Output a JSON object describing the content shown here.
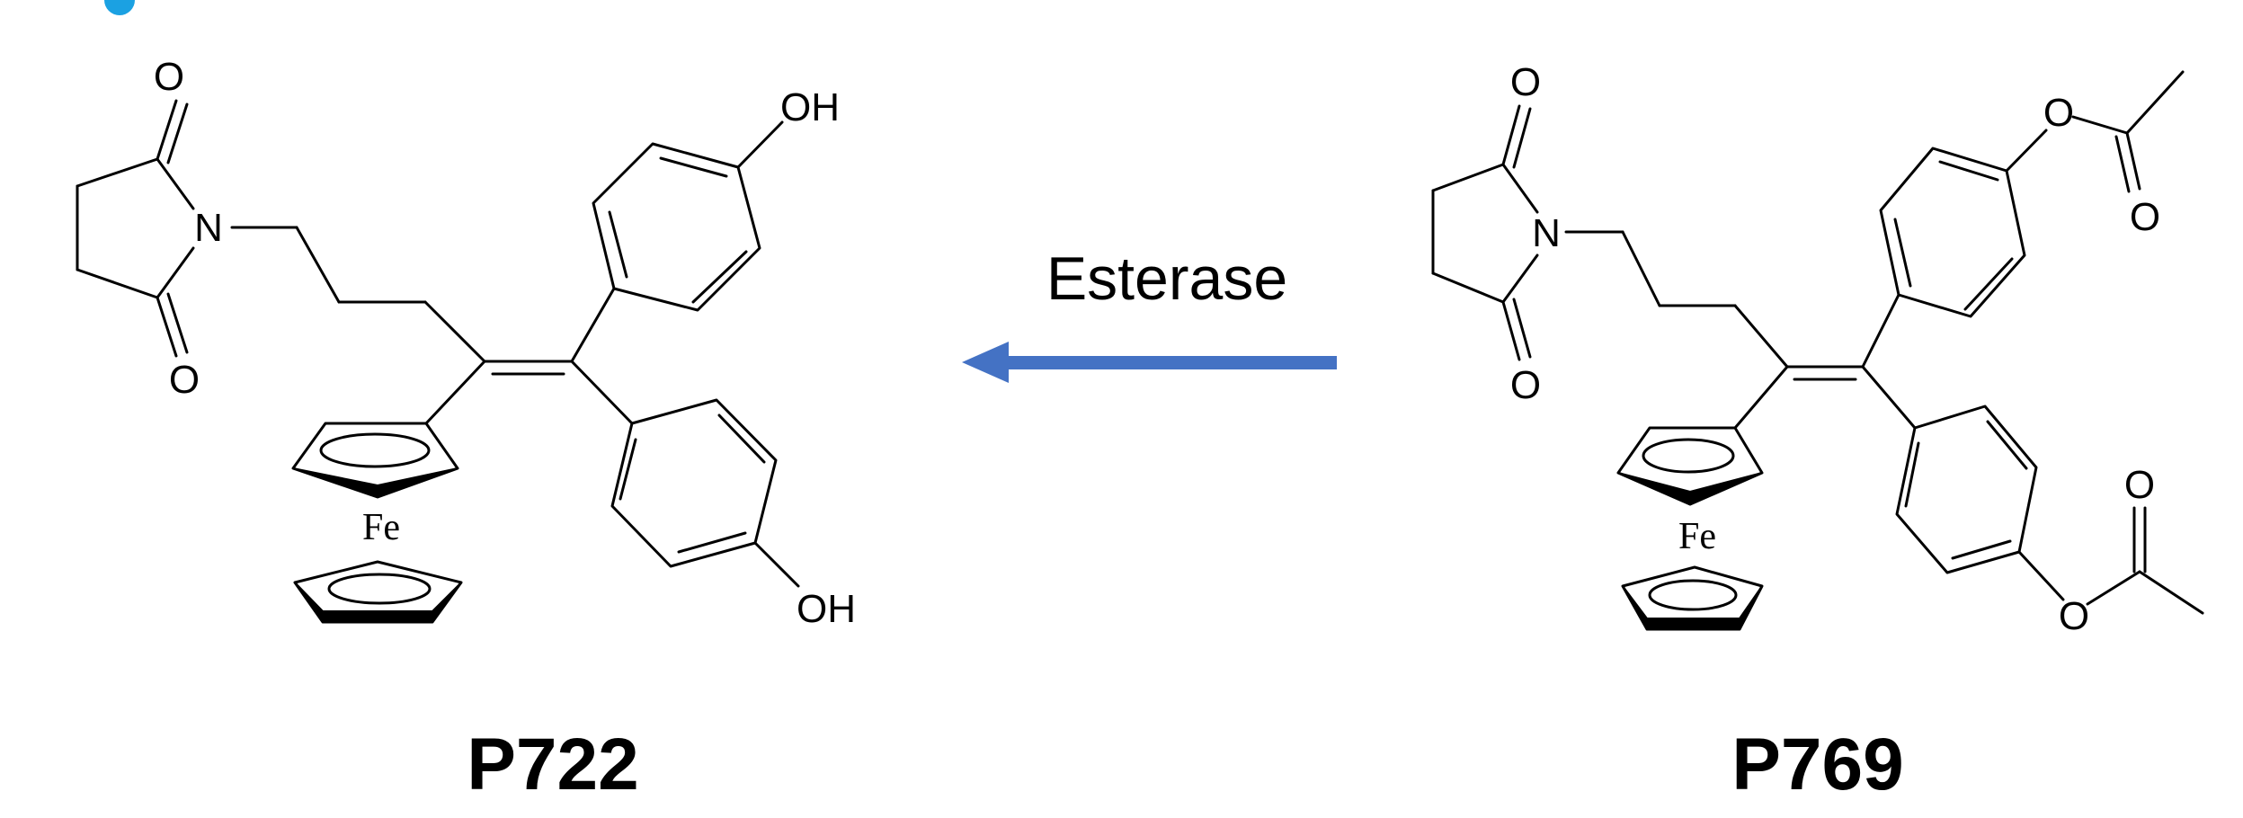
{
  "reaction": {
    "arrow_label": "Esterase",
    "arrow_color": "#4472C4",
    "accent_dot_color": "#1BA1E2"
  },
  "product": {
    "name": "P722",
    "atoms": {
      "o_top": "O",
      "o_bottom": "O",
      "n": "N",
      "fe": "Fe",
      "oh_top": "OH",
      "oh_bottom": "OH"
    }
  },
  "reactant": {
    "name": "P769",
    "atoms": {
      "o_top": "O",
      "o_bottom": "O",
      "n": "N",
      "fe": "Fe",
      "o_ester_top": "O",
      "o_carbonyl_top": "O",
      "o_ester_bottom": "O",
      "o_carbonyl_bottom": "O"
    }
  }
}
